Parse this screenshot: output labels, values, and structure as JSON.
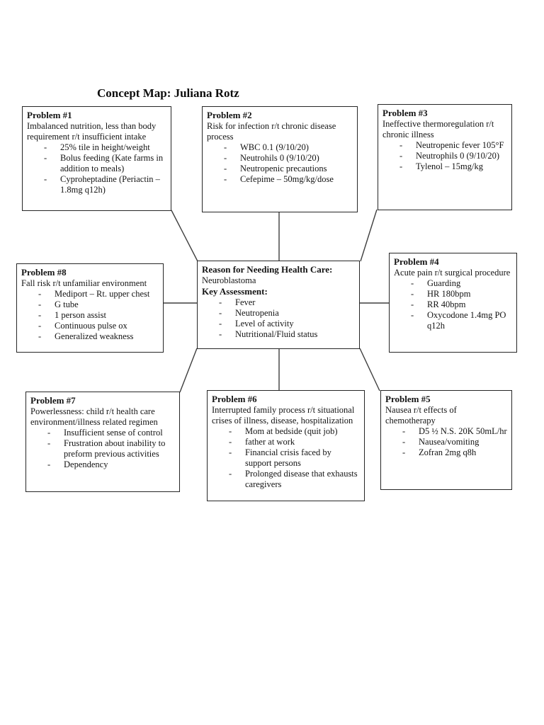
{
  "title": "Concept Map: Juliana Rotz",
  "center": {
    "reason_label": "Reason for Needing Health Care:",
    "reason_value": "Neuroblastoma",
    "assessment_label": "Key Assessment:",
    "assessments": [
      "Fever",
      "Neutropenia",
      "Level of activity",
      "Nutritional/Fluid status"
    ]
  },
  "problems": [
    {
      "title": "Problem #1",
      "description": "Imbalanced nutrition, less than body requirement r/t insufficient intake",
      "items": [
        "25% tile in height/weight",
        "Bolus feeding (Kate farms in addition to meals)",
        "Cyproheptadine (Periactin – 1.8mg q12h)"
      ]
    },
    {
      "title": "Problem #2",
      "description": "Risk for infection r/t chronic disease process",
      "items": [
        "WBC 0.1 (9/10/20)",
        "Neutrohils 0 (9/10/20)",
        "Neutropenic precautions",
        "Cefepime – 50mg/kg/dose"
      ]
    },
    {
      "title": "Problem #3",
      "description": "Ineffective thermoregulation r/t chronic illness",
      "items": [
        "Neutropenic fever 105°F",
        "Neutrophils 0 (9/10/20)",
        "Tylenol – 15mg/kg"
      ]
    },
    {
      "title": "Problem #4",
      "description": "Acute pain r/t surgical procedure",
      "items": [
        "Guarding",
        "HR 180bpm",
        "RR 40bpm",
        "Oxycodone 1.4mg PO q12h"
      ]
    },
    {
      "title": "Problem #5",
      "description": "Nausea r/t effects of chemotherapy",
      "items": [
        "D5 ½ N.S. 20K 50mL/hr",
        "Nausea/vomiting",
        "Zofran 2mg q8h"
      ]
    },
    {
      "title": "Problem #6",
      "description": "Interrupted family process r/t situational crises of illness, disease, hospitalization",
      "items": [
        "Mom at bedside (quit job)",
        "father at work",
        "Financial crisis faced by support persons",
        "Prolonged disease that exhausts caregivers"
      ]
    },
    {
      "title": "Problem #7",
      "description": "Powerlessness: child r/t health care environment/illness related regimen",
      "items": [
        "Insufficient sense of control",
        "Frustration about inability to preform previous activities",
        "Dependency"
      ]
    },
    {
      "title": "Problem #8",
      "description": "Fall risk r/t unfamiliar environment",
      "items": [
        "Mediport – Rt. upper chest",
        "G tube",
        "1 person assist",
        "Continuous pulse ox",
        "Generalized weakness"
      ]
    }
  ]
}
